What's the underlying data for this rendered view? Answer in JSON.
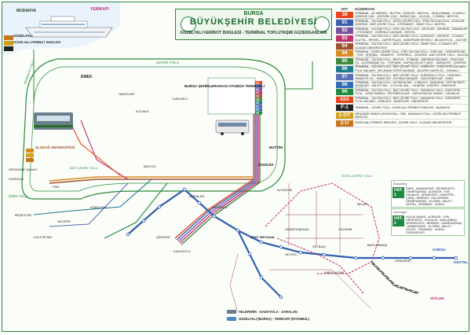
{
  "header": {
    "city": "BURSA",
    "org": "BÜYÜKŞEHİR  BELEDİYESİ",
    "subtitle": "GÜZELYALI FERİBOT İSKELESİ - TERMİNAL TOPLUTAŞIM GÜZERGAHLARI"
  },
  "legend": {
    "col_hat": "HAT",
    "col_route": "GÜZERGAH",
    "rows": [
      {
        "code": "38",
        "color": "#e8441c",
        "text": "TERMİNAL - AS MERKEZ - BUTTİM - ÖZDİLEK - BESYOL - GENÇOSMAN - S.GARAJ - ÇEKİRGE CAD. - ATATÜRK CAD. - İNÖNÜ CAD. - ULUYOL - S.GARAJ - BESYOL - GENÇOSMAN - ÖZDİLEK - BUTTİM - AS MERKEZ - TERMİNAL"
      },
      {
        "code": "91",
        "color": "#3a5fb0",
        "text": "TERMİNAL - YALOVA YOLU - DOĞU ÇEVRE YOLU - ESKİ YALOVA YOLU - ATICILAR - ÇEKİRGE - BATI ÇEVRE YOLU - OTOSANSİT - İZMİR YOLU - KESTEL"
      },
      {
        "code": "92",
        "color": "#7b4fa0",
        "text": "TERMİNAL - YALOVA YOLU - ESKİ YALOVA YOLU - ATICILAR - ÇEKİRGE - ZAMANLAR - OTOSANSİT - GÖRÜKLE KAVŞAĞI - KESTEL"
      },
      {
        "code": "93",
        "color": "#c0306e",
        "text": "TERMİNAL - YALOVA YOLU - BATI ÇEVRE YOLU - ACEMLER - ÇEKİRGE - S.GARAJ - ULUYOL - HEYKEL - ZAFER PLAZA - KARAPINAR HEYKELİ - BİLGİLER CD. - KÜLTÜR MH."
      },
      {
        "code": "94",
        "color": "#a0522d",
        "text": "TERMİNAL - YALOVA YOLU - BATI ÇEVRE YOLU - İZMİR YOLU - K.SANAYİ İST. - ULUDAĞ ÜNİVERSİTESİ"
      },
      {
        "code": "94",
        "color": "#d98a20",
        "text": "TERMİNAL - DOĞU ÇEVRE YOLU - ESKİ YALOVA YOLU - YENİ HAL - GÖKDERE BUL. - YENİ - İSTİKBAL - HAMİDİYE - TEFERRÜÇ - ÇEKİRGE - BATI ÇEVRE YOLU - YALOVA YOLU - TERMİNAL"
      },
      {
        "code": "95",
        "color": "#3a8a3a",
        "text": "TERMİNAL - YALOVA YOLU - BESYOL - ETİBANK - MERİNOS KAVŞAĞI - STADYUM CD. - ALTIPARMAK CD. - TOPHANE - BURSA DEVLET HAST. - MURADİYE - ÇEKİRGE CD. - SGK - ACEMLER - ATATÜRK CD. - ÇEKİRGE - BESYOL - YALOVA YOLU - TERMİNAL"
      },
      {
        "code": "96",
        "color": "#1e7a8c",
        "text": "TERMİNAL - YALOVA YOLU - BATI ÇEVRE YOLU - HÜRRİYET - ESENTEPE KAVŞAĞI - F.S.M. BULVARI - MELİKŞAH SİTESİ KAVŞAĞI - NİLÜFER HAYIR CD. - DURAKLI - ULUDAĞ SİTESİ - EMEK OSB - ATAEVLER - ALTINŞEHİR - FSM"
      },
      {
        "code": "97",
        "color": "#5a6fb8",
        "text": "TERMİNAL - YALOVA YOLU - BATI ÇEVRE YOLU - KURŞUNLU YOLU - YUNUSELİ - HAMİDİYE CD. - HAMİTLER - KIZYAKA KAVŞAĞI - 1000 KONUTLAR - EMEK"
      },
      {
        "code": "98",
        "color": "#2f6db8",
        "text": "TERMİNAL - YALOVA YOLU - ALTINOVA MH. - K.BALIKLI - BAŞARAN - EĞİTİM VAKFI - VATAN MH. - MİLLET MH. - 11 EYLÜL BUL. - YILDIRIM - ASSİTES - ATAEVLER - İSTİKBAL"
      },
      {
        "code": "99",
        "color": "#1e8a3e",
        "text": "TERMİNAL - YALOVA YOLU - BATI ÇEVRE YOLU - MUDANYA YOLU - ESENTEPE - F.S.M. - UĞUR MUMCU - ERTUĞRULGAZİ - DÜNYA BÜYÜK SANAYİ - ODUNLUK"
      },
      {
        "code": "43A",
        "color": "#e8441c",
        "text": "TERMİNAL - YALOVA YOLU - BATI ÇEVRE YOLU - MUDANYA YOLU - ESENTEPE - F.S.M. BULVARI - GÖRÜKLE - BESEVLER - ÜNİVERSİTE"
      },
      {
        "code": "F-1",
        "color": "#222222",
        "text": "TERMİNAL - ÇEVRE YOLU - GÜZELYALI FERİBOT İSKELESİ - MUDANYA"
      },
      {
        "code": "1-OY",
        "color": "#d4a017",
        "text": "ORGANİZE SANAYİ (İSTASYON) - OSB - MUDANYA YOLU - GÜZELYALI FERİBOT İSKELESİ"
      },
      {
        "code": "2-U",
        "color": "#c8761a",
        "text": "GÜZELYALI FERİBOT İSKELESİ - ÇEVRE YOLU - ULUDAĞ ÜNİVERSİTESİ"
      }
    ]
  },
  "panels": [
    {
      "heading": "BursaRay",
      "code": "HAT-1",
      "text": "EMEK - ARABAYATAĞI - ŞEHREKÜSTÜ - DEMİRTAŞPAŞA - ACEMLER - FSM - ODUNLUK - ÜNİVERSİTE - ESENTEPE - ÇARŞI - MERİNOS - KÜLTÜRPARK - DEMİRTAŞPAŞA - YILDIRIM - MİLLET - KESTEL - SIRAMEŞE - GÜRSU"
    },
    {
      "heading": "Güzergah",
      "code": "HAT-2",
      "text": "KÜÇÜK SANAYİ - ACEMLER - FSM - ÜNİVERSİTE - ODUNLUK - BAĞLARBAŞI - ŞEHREKÜSTÜ - MERİNOS - DEMİRTAŞPAŞA - ARABAYATAĞI - YILDIRIM - MİLLET - KESTEL - SIRAMEŞE - GÜRSU - DOĞANEVLER"
    }
  ],
  "places": {
    "mudanya": "MUDANYA",
    "yenikapi": "YENİKAPI",
    "guzelyali_feribot": "GÜZELYALI FERİBOT İSKELESİ",
    "guzelyali": "GÜZELYALI",
    "cevre_yolu": "ÇEVRE YOLU",
    "sehirlerarasi": "BURSA ŞEHİRLERARASI OTOBÜS TERMİNALİ",
    "emek": "EMEK",
    "buttim": "BUTTİM",
    "ozdilek": "ÖZDİLEK",
    "uludag_uni": "ULUDAĞ ÜNİVERSİTESİ",
    "izmir_yolu": "İZMİR YOLU",
    "kestel": "KESTEL",
    "gursu": "GÜRSU",
    "sitiler": "SİTİLER",
    "hamitler": "HAMİTLER",
    "yunuseli": "YUNUSELİ",
    "mudanya_yolu": "MUDANYA YOLU",
    "fsm": "FSM",
    "besevler": "BEŞEVLER",
    "kent_meydani": "KENT MEYDANI",
    "heykel": "HEYKEL",
    "setbasi": "SETBAŞI",
    "yildirim": "YILDIRIM",
    "millet": "MİLLET",
    "kukurtlu": "KÜKÜRTLÜ",
    "cekirge": "ÇEKİRGE",
    "kultur_mh": "KÜLTÜR MH.",
    "nilufer": "NİLÜFER",
    "ataevler": "ATAEVLER",
    "altinova": "ALTINOVA",
    "kizyaka": "KIZYAKA",
    "bati_cevre_yolu": "BATI ÇEVRE YOLU",
    "dogu_cevre_yolu": "DOĞU ÇEVRE YOLU",
    "besyol": "BEŞYOL",
    "acemler": "ACEMLER",
    "merinos": "MERİNOS",
    "emirsultan": "EMİRSULTAN",
    "sigma": "SIRAMEŞE",
    "demirtaspasa": "DEMİRTAŞPAŞA",
    "baglarbasi": "BAĞLARBAŞI",
    "organize": "ORGANİZE SANAYİ",
    "gorukle": "GÖRÜKLE"
  },
  "station_codes": [
    "38",
    "91",
    "92",
    "93",
    "94",
    "95",
    "96",
    "97",
    "98",
    "99"
  ],
  "bottom_legend": [
    {
      "text": "TELEFERİK - KADIYAYLA - SARALAN"
    },
    {
      "text": "GÜZELYALI (BURSA) - YENİKAPI (İSTANBUL)"
    }
  ],
  "colors": {
    "brand_green": "#1c6a2c",
    "road": "#2a8a3a",
    "metro": "#2f5fb0",
    "tram": "#c0306e"
  }
}
